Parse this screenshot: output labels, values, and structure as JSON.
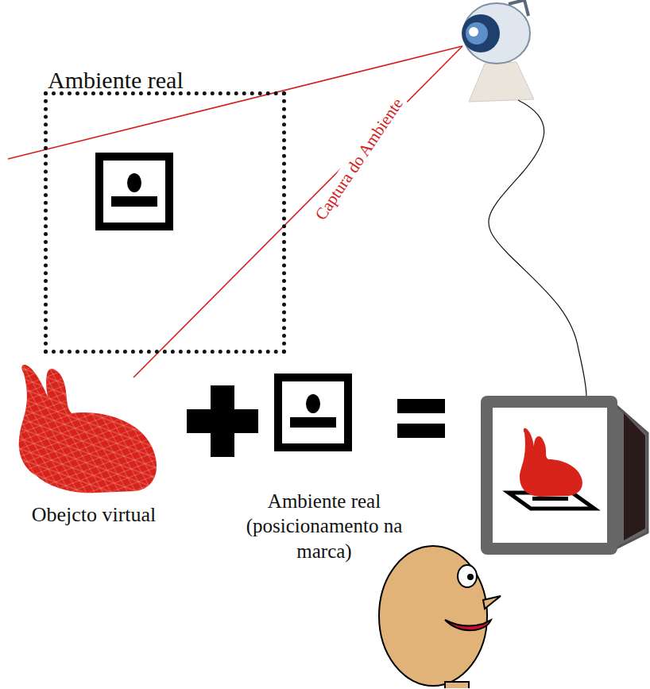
{
  "diagram": {
    "nodes": [
      {
        "text": [
          "Ambiente real"
        ]
      }
    ],
    "labels": [
      "Captura do Ambiente",
      "Obejcto virtual",
      "Ambiente real (posicionamento na marca)"
    ]
  }
}
